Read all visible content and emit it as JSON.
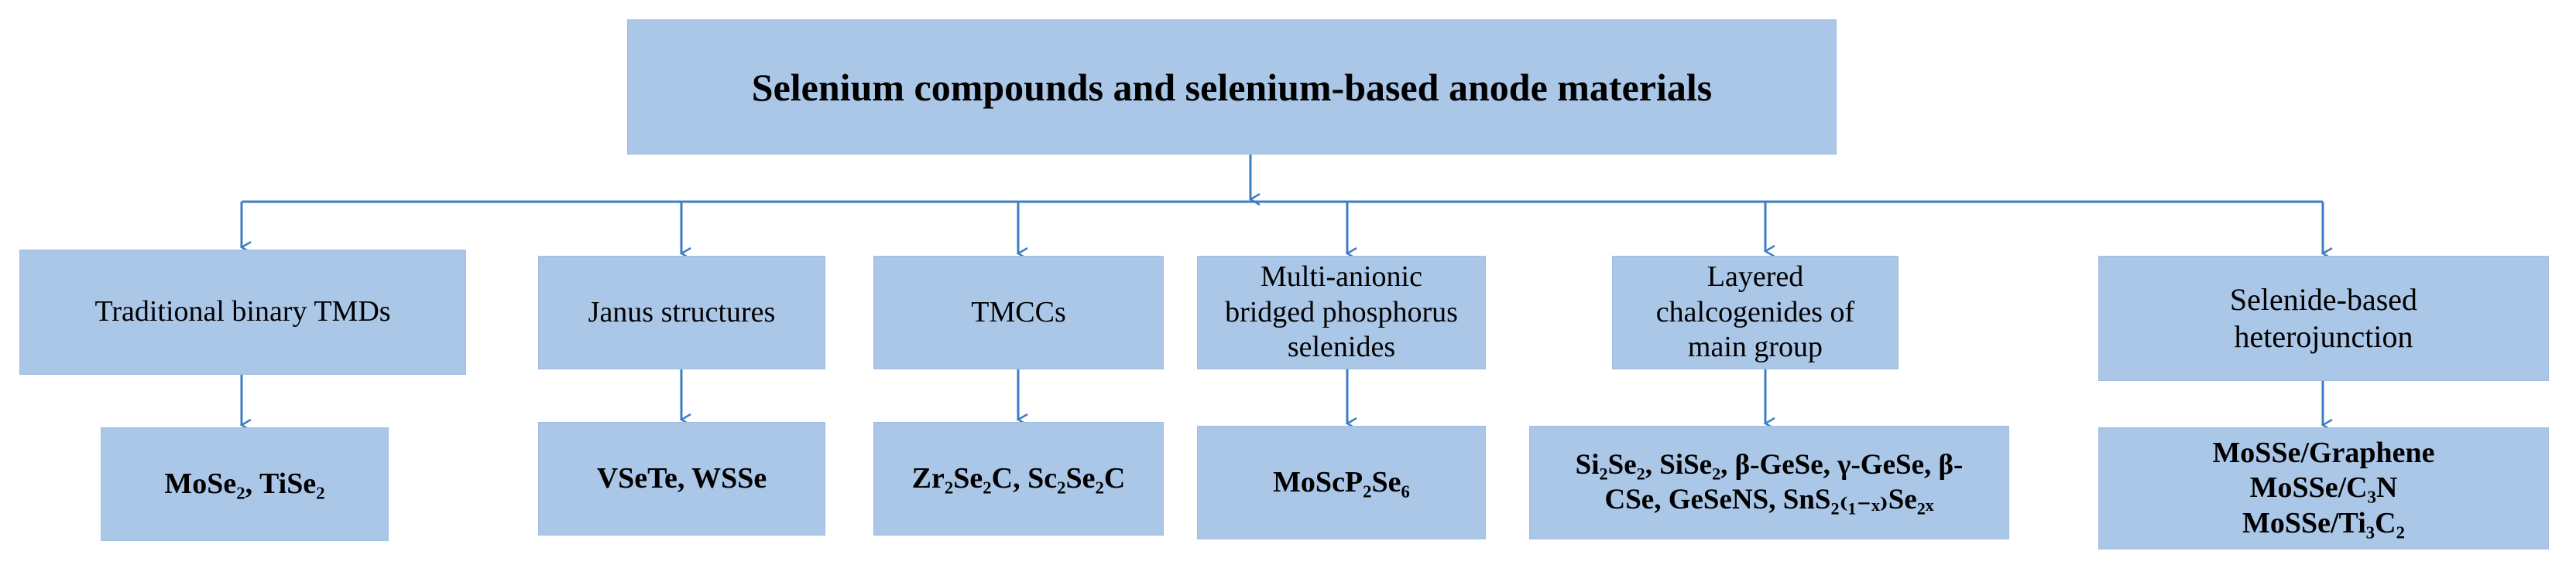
{
  "title": "Selenium compounds and selenium-based anode materials",
  "colors": {
    "box_fill": "#abc7e8",
    "connector": "#3e7cc4"
  },
  "categories": [
    {
      "label": "Traditional binary TMDs",
      "examples": "MoSe₂, TiSe₂"
    },
    {
      "label": "Janus structures",
      "examples": "VSeTe, WSSe"
    },
    {
      "label": "TMCCs",
      "examples": "Zr₂Se₂C, Sc₂Se₂C"
    },
    {
      "label": "Multi-anionic bridged phosphorus selenides",
      "examples": "MoScP₂Se₆"
    },
    {
      "label": "Layered chalcogenides of main group",
      "examples": "Si₂Se₂, SiSe₂, β-GeSe, γ-GeSe, β-CSe, GeSeNS, SnS₂₍₁₋ₓ₎Se₂ₓ"
    },
    {
      "label": "Selenide-based heterojunction",
      "examples_lines": [
        "MoSSe/Graphene",
        "MoSSe/C₃N",
        "MoSSe/Ti₃C₂"
      ]
    }
  ]
}
